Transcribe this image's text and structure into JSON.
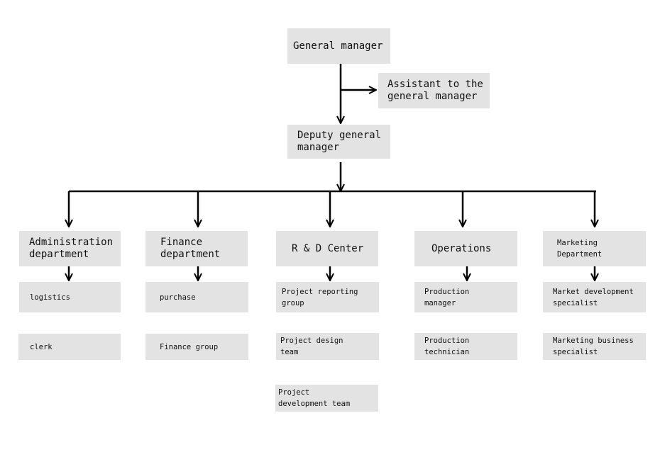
{
  "nodes": {
    "general_manager": "General manager",
    "assistant": "Assistant to the\ngeneral manager",
    "deputy": "Deputy general\nmanager",
    "admin": "Administration\ndepartment",
    "finance": "Finance\ndepartment",
    "rd": "R & D Center",
    "operations": "Operations",
    "marketing": "Marketing\nDepartment",
    "logistics": "logistics",
    "clerk": "clerk",
    "purchase": "purchase",
    "finance_group": "Finance group",
    "project_reporting": "Project reporting\ngroup",
    "project_design": "Project design\nteam",
    "project_development": "Project\ndevelopment team",
    "production_manager": "Production\nmanager",
    "production_technician": "Production\ntechnician",
    "market_development": "Market development\nspecialist",
    "marketing_business": "Marketing business\nspecialist"
  },
  "colors": {
    "box_fill": "#e3e3e3",
    "line": "#000000",
    "text": "#111111"
  }
}
